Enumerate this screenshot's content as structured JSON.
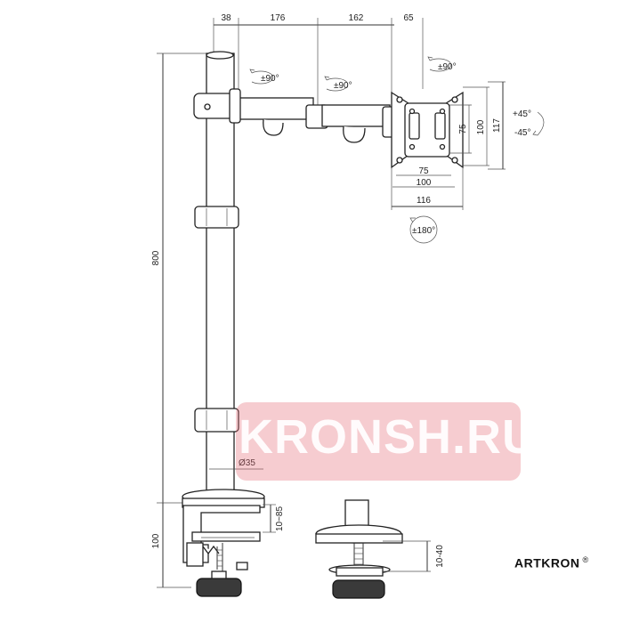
{
  "dimensions": {
    "top_segments": [
      "38",
      "176",
      "162",
      "65"
    ],
    "height": "800",
    "clamp_height": "100",
    "clamp_range": "10~85",
    "grommet_range": "10-40",
    "pole_diameter": "Ø35",
    "vesa_h_75": "75",
    "vesa_h_100": "100",
    "vesa_h_116": "116",
    "vesa_v_75": "75",
    "vesa_v_100": "100",
    "vesa_v_117": "117"
  },
  "rotations": {
    "arm_joint_1": "±90°",
    "arm_joint_2": "±90°",
    "head_swivel": "±90°",
    "tilt_up": "+45°",
    "tilt_down": "-45°",
    "head_rotate": "±180°"
  },
  "watermark": "KRONSH.RU",
  "brand": {
    "name": "ARTKRON",
    "mark": "®"
  }
}
